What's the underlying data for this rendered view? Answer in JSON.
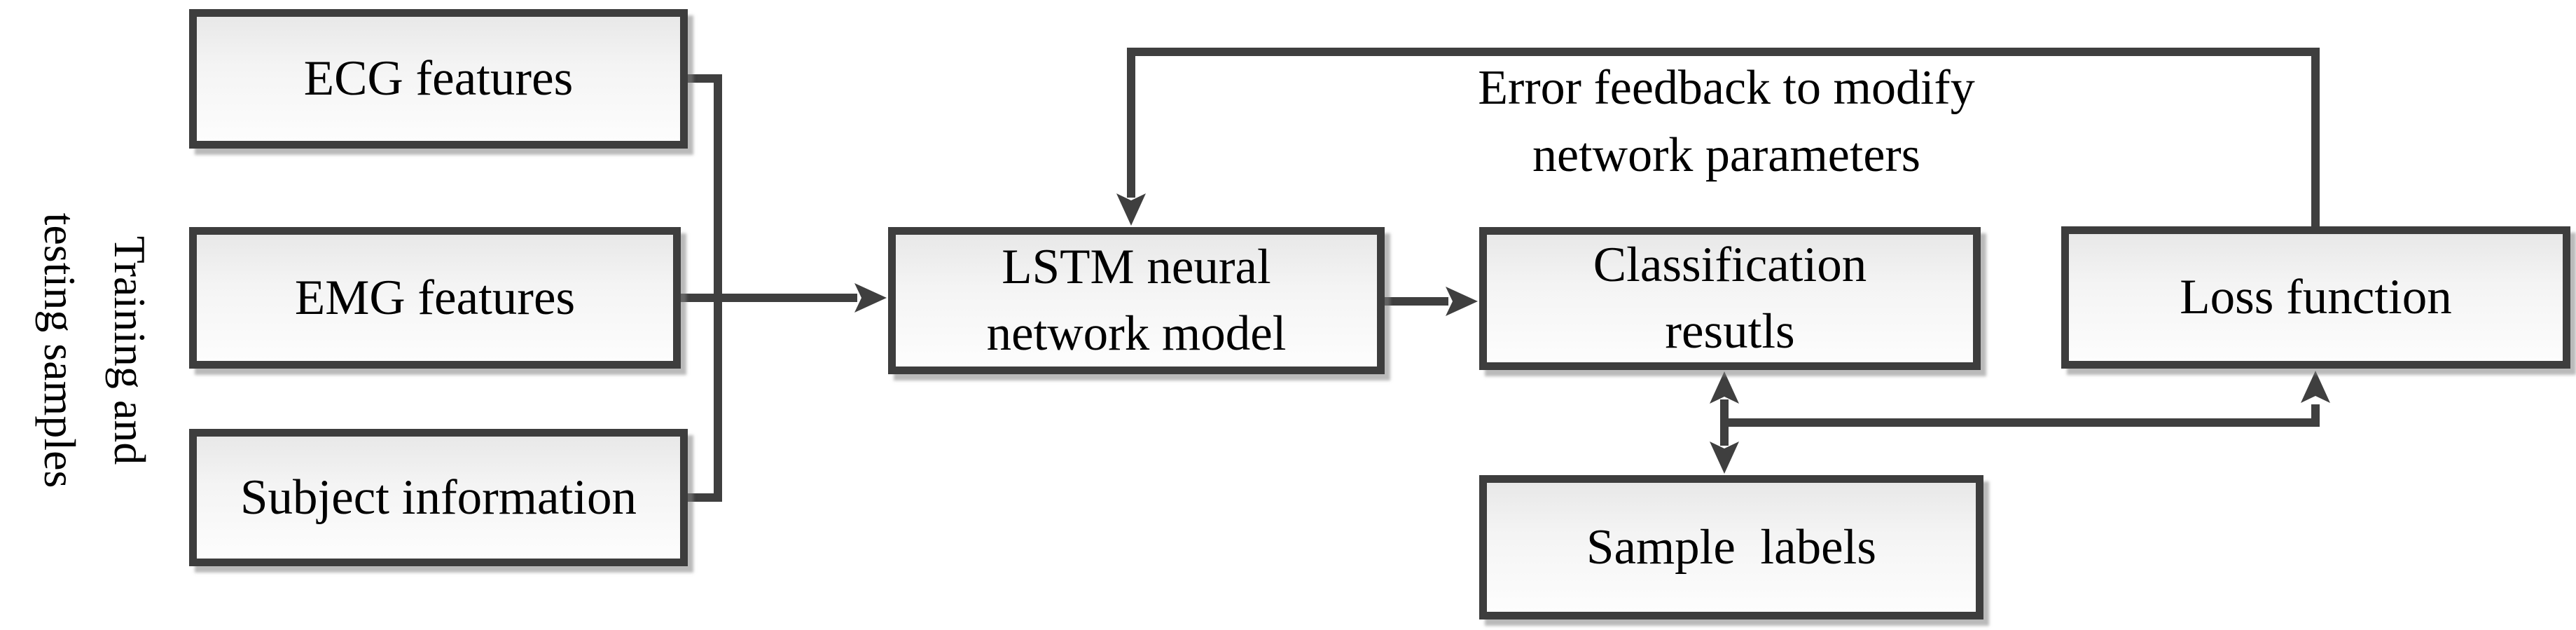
{
  "diagram": {
    "side_label": {
      "line1": "Training and",
      "line2": "testing samples"
    },
    "nodes": {
      "ecg": {
        "label": "ECG features"
      },
      "emg": {
        "label": "EMG features"
      },
      "subject": {
        "label": "Subject information"
      },
      "lstm": {
        "line1": "LSTM neural",
        "line2": "network model"
      },
      "classification": {
        "line1": "Classification",
        "line2": "resutls"
      },
      "loss": {
        "label": "Loss function"
      },
      "sample": {
        "label": "Sample  labels"
      }
    },
    "annotations": {
      "feedback": {
        "line1": "Error feedback to modify",
        "line2": "network parameters"
      }
    },
    "colors": {
      "line": "#3f3f3f",
      "border": "#3d3d3d",
      "fill_top": "#e8e8e8",
      "fill_mid": "#f4f4f4",
      "fill_bottom": "#fdfdfd",
      "shadow": "rgba(130,130,130,0.55)",
      "text": "#000000",
      "bg": "#ffffff"
    }
  }
}
